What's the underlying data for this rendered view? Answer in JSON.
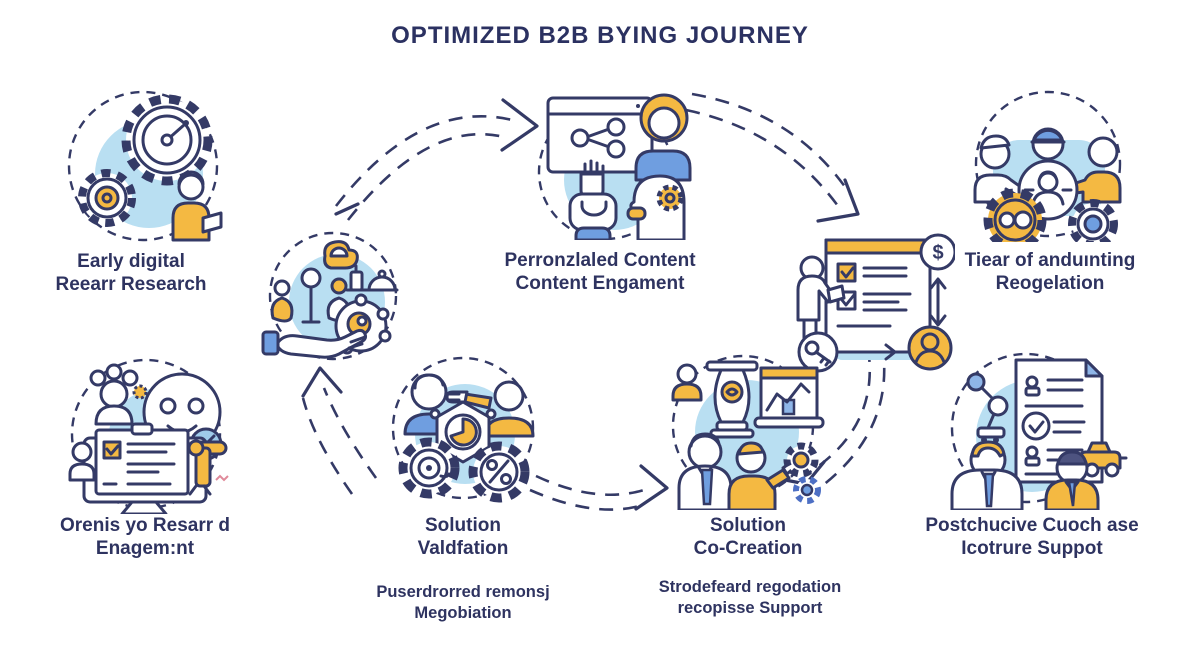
{
  "title": "OPTIMIZED B2B BYING JOURNEY",
  "nodes": [
    {
      "id": "early-digital-research",
      "label": "Early digital\nReearr Research"
    },
    {
      "id": "personalized-content-engagement",
      "label": "Perronzlaled Content\nContent Engament"
    },
    {
      "id": "tier-of-accounting-regulation",
      "label": "Tiear of anduınting\nReogelation"
    },
    {
      "id": "online-research-engagement",
      "label": "Orenis yo Resarr d\nEnagem:nt"
    },
    {
      "id": "solution-validation",
      "label": "Solution\nValdfation",
      "sublabel": "Puserdrorred remonsj\nMegobiation"
    },
    {
      "id": "solution-co-creation",
      "label": "Solution\nCo-Creation",
      "sublabel": "Strodefeard regodation\nrecopisse Support"
    },
    {
      "id": "post-purchase-support",
      "label": "Postchucive Cuoch ase\nIcotrure Suppot"
    }
  ],
  "icon_glyphs": {
    "dollar": "$"
  },
  "colors": {
    "outline": "#343a66",
    "accent_blue": "#6f9ee0",
    "light_blue": "#b9dff2",
    "yellow": "#f4b942",
    "text": "#2e3360",
    "background": "#ffffff"
  }
}
